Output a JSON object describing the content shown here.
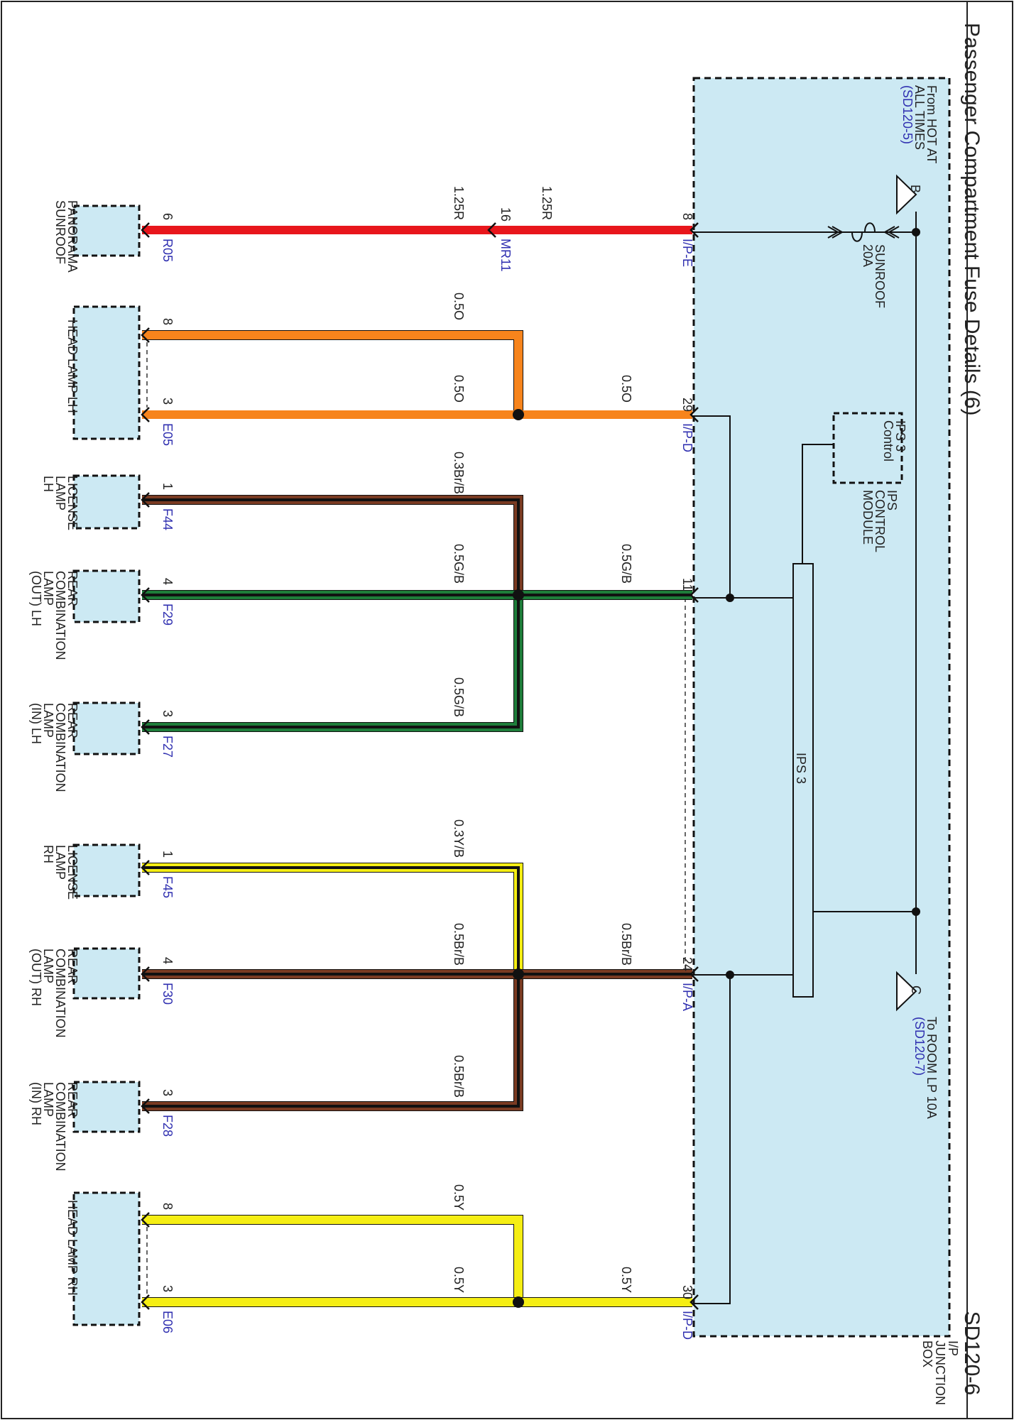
{
  "title": "Passenger Compartment Fuse Details (6)",
  "page_code": "SD120-6",
  "colors": {
    "box_fill": "#cce9f3",
    "red": "#e8161c",
    "orange": "#f7841c",
    "brown": "#7a3b22",
    "green": "#1e7d3a",
    "yellow": "#f5ee14",
    "black": "#111111",
    "connector_text": "#2f2fb0"
  },
  "junction_box": {
    "label": [
      "I/P",
      "JUNCTION",
      "BOX"
    ]
  },
  "source": {
    "label": [
      "From HOT AT",
      "ALL TIMES"
    ],
    "ref": "(SD120-5)",
    "terminal": "B"
  },
  "fuse": {
    "label": [
      "SUNROOF",
      "20A"
    ]
  },
  "ips_module": {
    "label": [
      "IPS",
      "CONTROL",
      "MODULE"
    ],
    "control_label": [
      "IPS 3",
      "Control"
    ]
  },
  "ips": {
    "label": "IPS 3"
  },
  "output": {
    "label": "To ROOM LP 10A",
    "ref": "(SD120-7)",
    "terminal": "C"
  },
  "wires": [
    {
      "id": "sunroof-left",
      "label": "1.25R"
    },
    {
      "id": "sunroof-right",
      "label": "1.25R"
    },
    {
      "id": "headlamp-lh-8",
      "label": "0.5O"
    },
    {
      "id": "headlamp-lh-3",
      "label": "0.5O"
    },
    {
      "id": "ip-d-29",
      "label": "0.5O"
    },
    {
      "id": "license-lh",
      "label": "0.3Br/B"
    },
    {
      "id": "rear-out-lh",
      "label": "0.5G/B"
    },
    {
      "id": "ip-11",
      "label": "0.5G/B"
    },
    {
      "id": "rear-in-lh",
      "label": "0.5G/B"
    },
    {
      "id": "license-rh",
      "label": "0.3Y/B"
    },
    {
      "id": "rear-out-rh",
      "label": "0.5Br/B"
    },
    {
      "id": "ip-a-24",
      "label": "0.5Br/B"
    },
    {
      "id": "rear-in-rh",
      "label": "0.5Br/B"
    },
    {
      "id": "headlamp-rh-8",
      "label": "0.5Y"
    },
    {
      "id": "headlamp-rh-3",
      "label": "0.5Y"
    },
    {
      "id": "ip-d-30",
      "label": "0.5Y"
    }
  ],
  "box_connectors": [
    {
      "id": "ip-e",
      "pin": "8",
      "name": "I/P-E"
    },
    {
      "id": "ip-d-29",
      "pin": "29",
      "name": "I/P-D"
    },
    {
      "id": "ip-11",
      "pin": "11",
      "name": ""
    },
    {
      "id": "ip-a-24",
      "pin": "24",
      "name": "I/P-A"
    },
    {
      "id": "ip-d-30",
      "pin": "30",
      "name": "I/P-D"
    }
  ],
  "inline_connector": {
    "pin": "16",
    "name": "MR11"
  },
  "components": [
    {
      "id": "panorama-sunroof",
      "name": [
        "PANORAMA",
        "SUNROOF"
      ],
      "connector": "R05",
      "pins": [
        "6"
      ]
    },
    {
      "id": "head-lamp-lh",
      "name": [
        "HEAD LAMP LH"
      ],
      "connector": "E05",
      "pins": [
        "8",
        "3"
      ]
    },
    {
      "id": "license-lamp-lh",
      "name": [
        "LICENSE",
        "LAMP",
        "LH"
      ],
      "connector": "F44",
      "pins": [
        "1"
      ]
    },
    {
      "id": "rear-comb-lamp-out-lh",
      "name": [
        "REAR",
        "COMBINATION",
        "LAMP",
        "(OUT) LH"
      ],
      "connector": "F29",
      "pins": [
        "4"
      ]
    },
    {
      "id": "rear-comb-lamp-in-lh",
      "name": [
        "REAR",
        "COMBINATION",
        "LAMP",
        "(IN) LH"
      ],
      "connector": "F27",
      "pins": [
        "3"
      ]
    },
    {
      "id": "license-lamp-rh",
      "name": [
        "LICENSE",
        "LAMP",
        "RH"
      ],
      "connector": "F45",
      "pins": [
        "1"
      ]
    },
    {
      "id": "rear-comb-lamp-out-rh",
      "name": [
        "REAR",
        "COMBINATION",
        "LAMP",
        "(OUT) RH"
      ],
      "connector": "F30",
      "pins": [
        "4"
      ]
    },
    {
      "id": "rear-comb-lamp-in-rh",
      "name": [
        "REAR",
        "COMBINATION",
        "LAMP",
        "(IN) RH"
      ],
      "connector": "F28",
      "pins": [
        "3"
      ]
    },
    {
      "id": "head-lamp-rh",
      "name": [
        "HEAD LAMP RH"
      ],
      "connector": "E06",
      "pins": [
        "8",
        "3"
      ]
    }
  ]
}
